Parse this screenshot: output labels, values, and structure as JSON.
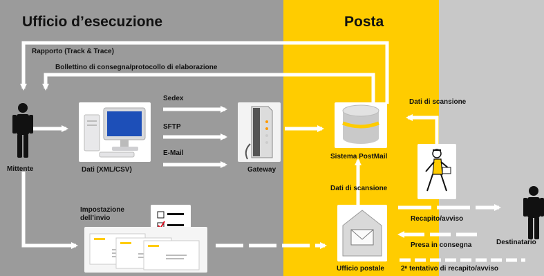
{
  "sections": {
    "office": "Ufficio d’esecuzione",
    "post": "Posta"
  },
  "labels": {
    "report": "Rapporto (Track & Trace)",
    "delivery_slip": "Bollettino di consegna/protocollo di elaborazione",
    "sender": "Mittente",
    "data_format": "Dati (XML/CSV)",
    "channel_sedex": "Sedex",
    "channel_sftp": "SFTP",
    "channel_email": "E-Mail",
    "gateway": "Gateway",
    "postmail_system": "Sistema PostMail",
    "scan_data_top": "Dati di scansione",
    "scan_data_mid": "Dati di scansione",
    "dispatch_setup": "Impostazione\ndell’invio",
    "post_office": "Ufficio postale",
    "delivery_notice": "Recapito/avviso",
    "receipt": "Presa in consegna",
    "second_attempt": "2ᵉ tentativo di recapito/avviso",
    "recipient": "Destinatario"
  },
  "colors": {
    "gray_band": "#9b9b9b",
    "light_band": "#c8c8c8",
    "post_yellow": "#ffcc00",
    "arrow": "#ffffff",
    "person": "#111111"
  },
  "icons": {
    "sender": "person-icon",
    "computer": "computer-icon",
    "gateway": "gateway-device-icon",
    "database": "database-icon",
    "postman": "postman-icon",
    "checklist": "checklist-icon",
    "envelopes": "envelope-stack-icon",
    "post_office": "post-office-icon",
    "recipient": "person-icon"
  }
}
